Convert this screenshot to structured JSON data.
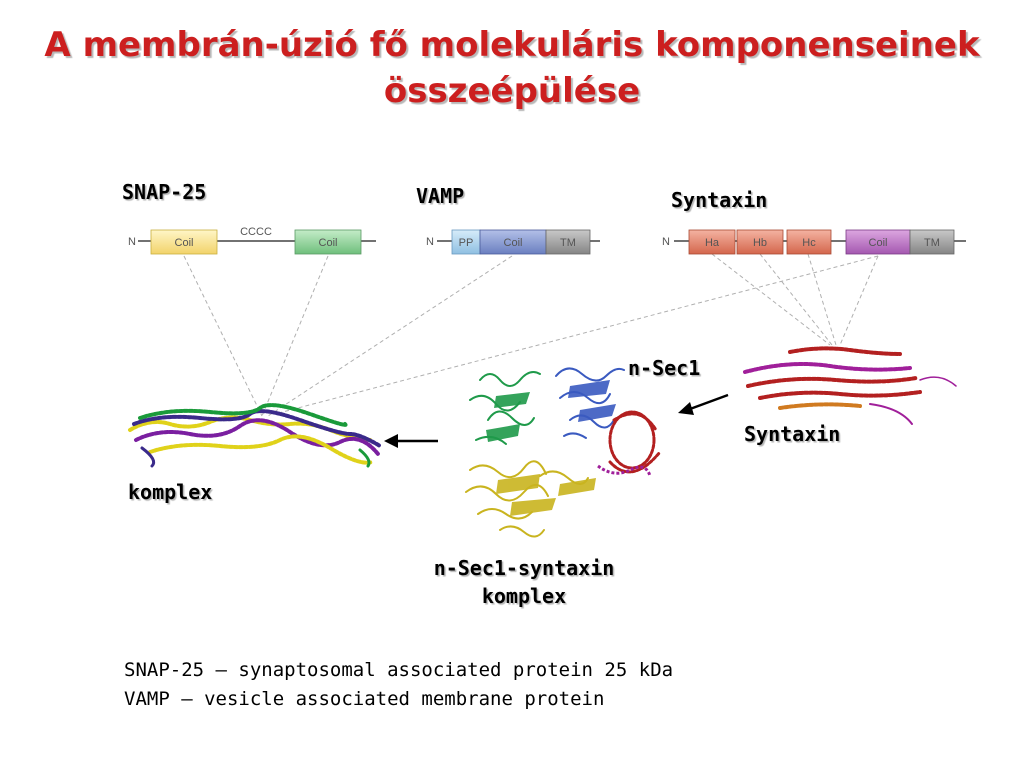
{
  "slide": {
    "title_line1": "A membrán-úzió fő molekuláris komponenseinek",
    "title_line2": "összeépülése"
  },
  "labels": {
    "snap25": "SNAP-25",
    "vamp": "VAMP",
    "syntaxin_top": "Syntaxin",
    "nsec1": "n-Sec1",
    "syntaxin_struct": "Syntaxin",
    "komplex": "komplex",
    "nsec1_syntaxin_line1": "n-Sec1-syntaxin",
    "nsec1_syntaxin_line2": "komplex"
  },
  "domain_maps": {
    "snap25": {
      "n_term": "N",
      "domains": [
        "Coil",
        "Coil"
      ],
      "linker": "CCCC"
    },
    "vamp": {
      "n_term": "N",
      "domains": [
        "PP",
        "Coil",
        "TM"
      ]
    },
    "syntaxin": {
      "n_term": "N",
      "domains": [
        "Ha",
        "Hb",
        "Hc",
        "Coil",
        "TM"
      ]
    }
  },
  "colors": {
    "title": "#cc1f1f",
    "snap_coil1": "#fbe58c",
    "snap_coil2": "#8fcf98",
    "vamp_pp": "#a8d0ec",
    "vamp_coil": "#7f93cc",
    "vamp_tm": "#9a9a9a",
    "syn_h": "#e07a62",
    "syn_coil": "#b86cc0",
    "syn_tm": "#9a9a9a",
    "helix_green": "#1a9a3a",
    "helix_purple": "#7a1fa0",
    "helix_yellow": "#e0d21a",
    "helix_navy": "#3a2a8a",
    "helix_red": "#b32020",
    "sec1_green": "#1f9a4a",
    "sec1_blue": "#3a5ac0",
    "sec1_yellow": "#c9b41f"
  },
  "footnotes": [
    "SNAP-25 – synaptosomal associated protein 25 kDa",
    "VAMP – vesicle associated membrane protein"
  ]
}
